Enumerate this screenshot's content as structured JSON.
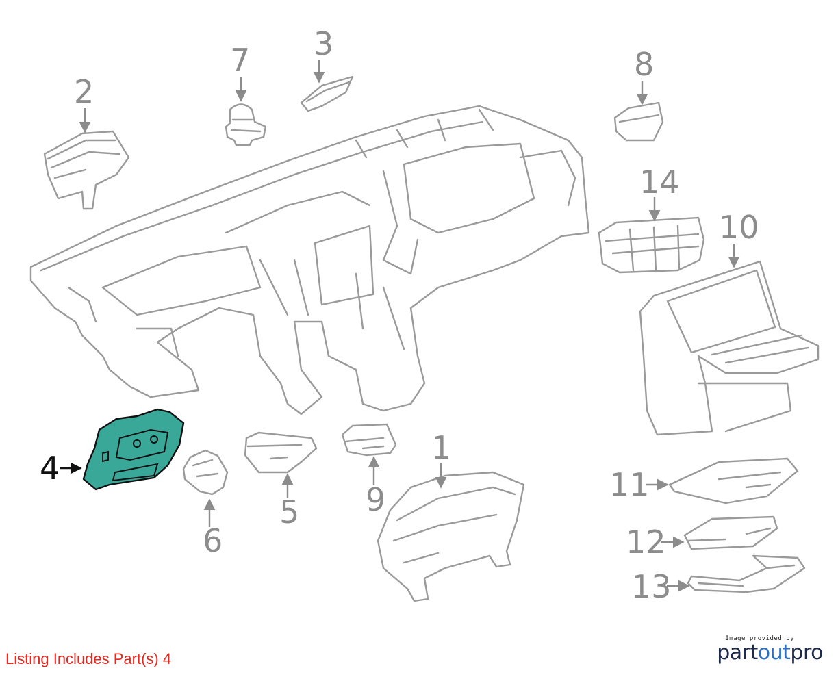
{
  "callouts": {
    "c1": "1",
    "c2": "2",
    "c3": "3",
    "c4": "4",
    "c5": "5",
    "c6": "6",
    "c7": "7",
    "c8": "8",
    "c9": "9",
    "c10": "10",
    "c11": "11",
    "c12": "12",
    "c13": "13",
    "c14": "14"
  },
  "highlight": {
    "part": "4",
    "color": "#3aa899"
  },
  "listing_text": "Listing Includes Part(s) 4",
  "credit": {
    "caption": "Image provided by",
    "brand_part": "part",
    "brand_out": "out",
    "brand_pro": "pro"
  }
}
